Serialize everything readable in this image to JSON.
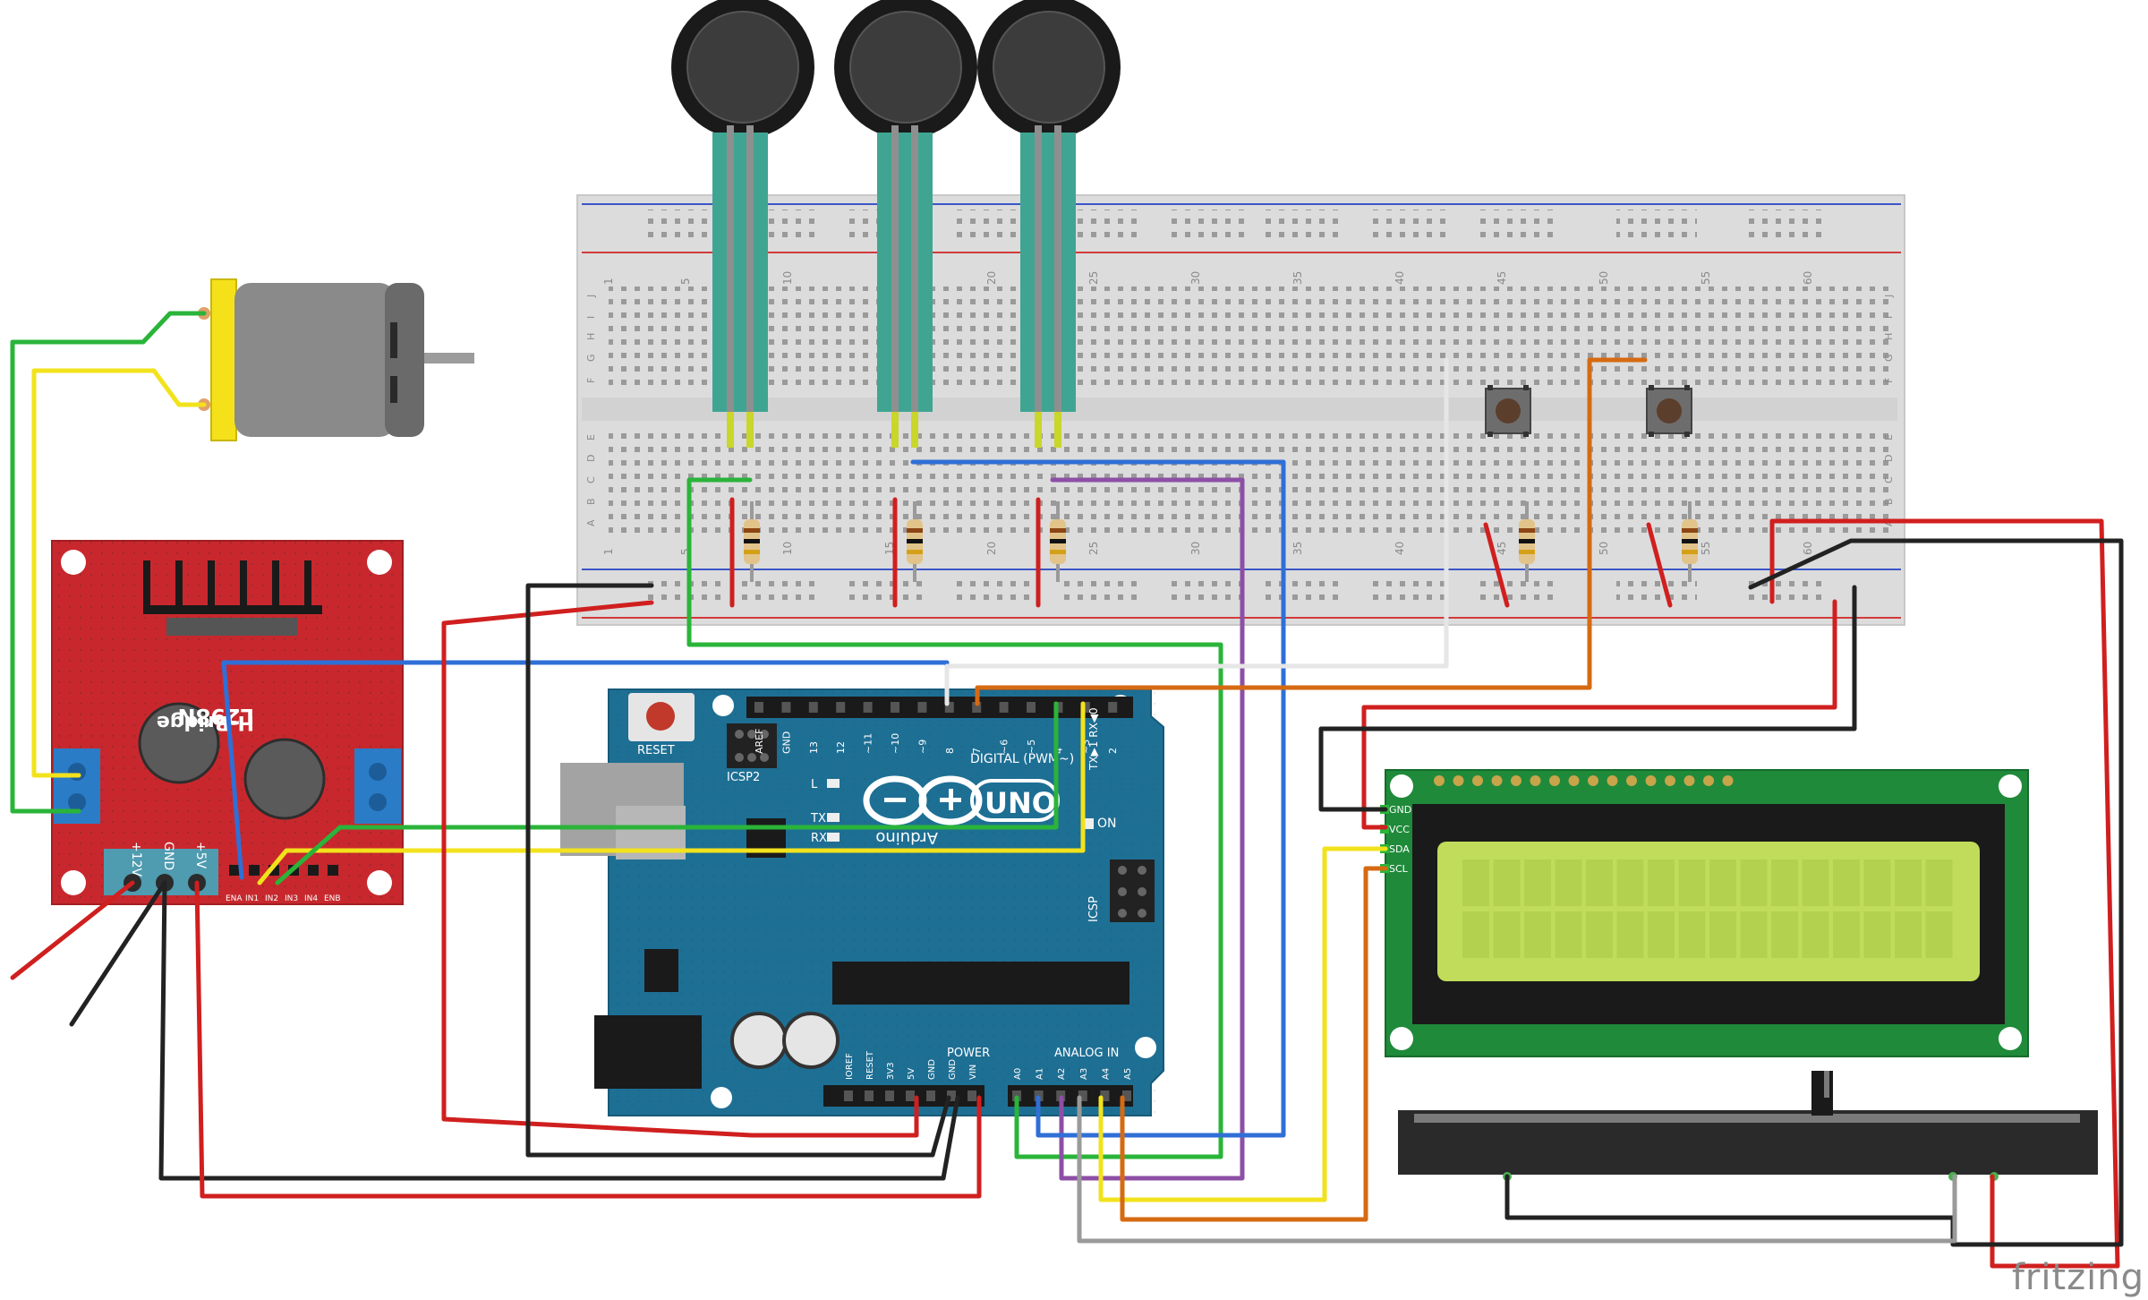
{
  "watermark": "fritzing",
  "colors": {
    "red": "#d01f1f",
    "black": "#222222",
    "blue": "#2f6fd6",
    "green": "#2ab43a",
    "yellow": "#f2e21c",
    "purple": "#8d4fa6",
    "orange": "#d66a12",
    "white": "#e6e6e6",
    "gray": "#9a9a9a",
    "arduino": "#1e6f94",
    "lcd_board": "#1f8a3a",
    "lcd_screen": "#c0dc5a",
    "l298n": "#c8282d",
    "breadboard": "#dedede"
  },
  "breadboard": {
    "column_numbers": [
      "1",
      "5",
      "10",
      "15",
      "20",
      "25",
      "30",
      "35",
      "40",
      "45",
      "50",
      "55",
      "60"
    ],
    "row_letters_top": [
      "J",
      "I",
      "H",
      "G",
      "F"
    ],
    "row_letters_bottom": [
      "E",
      "D",
      "C",
      "B",
      "A"
    ]
  },
  "l298n": {
    "title": "L298N",
    "subtitle": "H-Bridge",
    "power_labels": [
      "+12V",
      "GND",
      "+5V"
    ],
    "pin_labels": [
      "ENA",
      "IN1",
      "IN2",
      "IN3",
      "IN4",
      "ENB"
    ]
  },
  "arduino": {
    "logo_text": "UNO",
    "brand": "Arduino",
    "reset_label": "RESET",
    "icsp2_label": "ICSP2",
    "icsp_label": "ICSP",
    "on_label": "ON",
    "led_labels": [
      "L",
      "TX",
      "RX"
    ],
    "digital_label": "DIGITAL (PWM~)",
    "tx_rx_label": "TX▶1  RX◀0",
    "digital_pins": [
      "AREF",
      "GND",
      "13",
      "12",
      "~11",
      "~10",
      "~9",
      "8",
      "7",
      "~6",
      "~5",
      "4",
      "~3",
      "2"
    ],
    "power_label": "POWER",
    "power_pins": [
      "IOREF",
      "RESET",
      "3V3",
      "5V",
      "GND",
      "GND",
      "VIN"
    ],
    "analog_label": "ANALOG IN",
    "analog_pins": [
      "A0",
      "A1",
      "A2",
      "A3",
      "A4",
      "A5"
    ]
  },
  "lcd": {
    "pin_labels": [
      "GND",
      "VCC",
      "SDA",
      "SCL"
    ]
  }
}
